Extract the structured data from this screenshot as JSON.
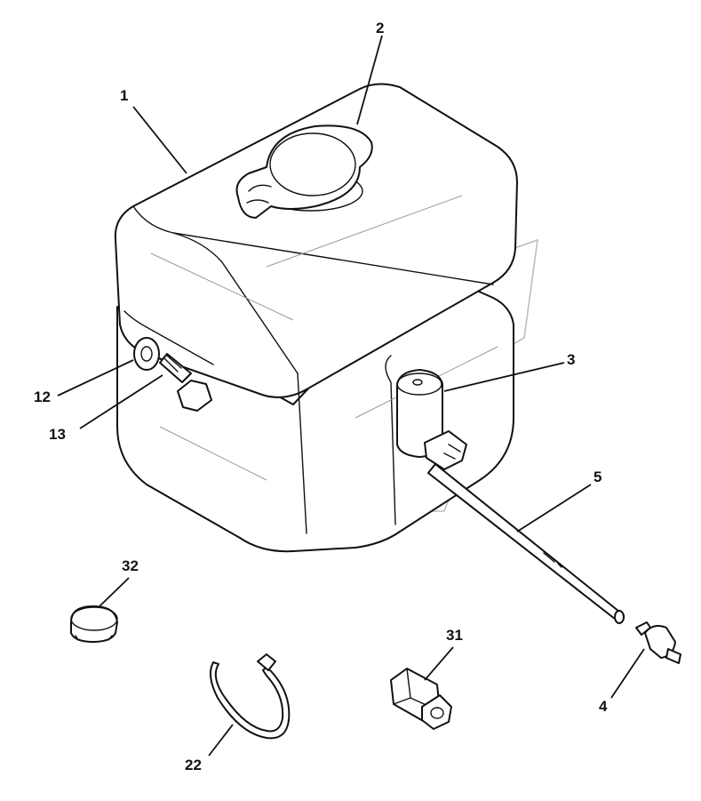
{
  "callouts": {
    "c1": "1",
    "c2": "2",
    "c3": "3",
    "c4": "4",
    "c5": "5",
    "c12": "12",
    "c13": "13",
    "c22": "22",
    "c31": "31",
    "c32": "32"
  },
  "colors": {
    "line": "#111111",
    "background": "#ffffff",
    "watermark": "#bdbdbd"
  }
}
